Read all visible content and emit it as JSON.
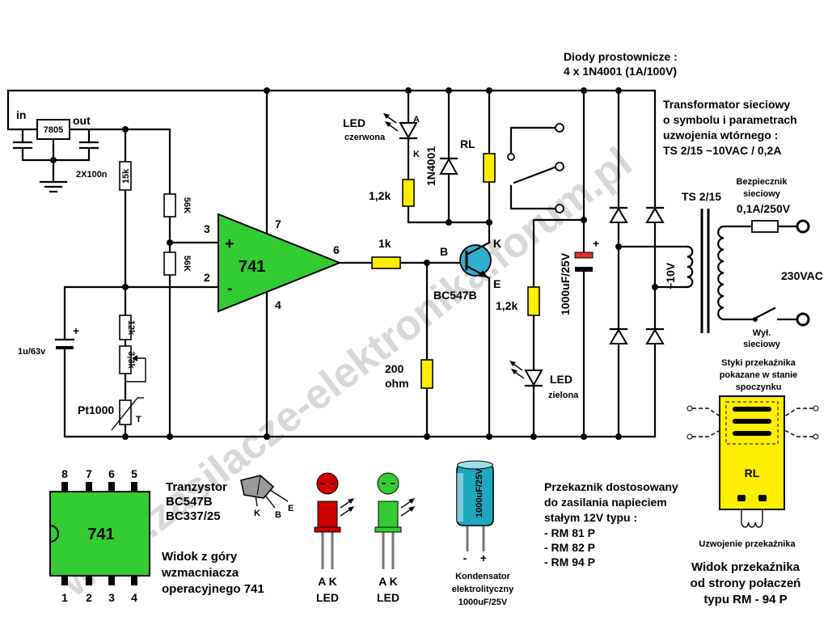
{
  "watermark": "www.zasilacze-elektronika.forum.pl",
  "regulator": {
    "in": "in",
    "out": "out",
    "ic": "7805",
    "caps": "2X100n"
  },
  "opamp": {
    "name": "741",
    "pin3": "3",
    "pin2": "2",
    "pin7": "7",
    "pin4": "4",
    "pin6": "6",
    "plus": "+",
    "minus": "-"
  },
  "resistors": {
    "r15k": "15k",
    "r56k_top": "56K",
    "r56k_bottom": "56K",
    "r12k": "12k",
    "r3_3k": "3,3k",
    "r1k": "1k",
    "r200": [
      "200",
      "ohm"
    ],
    "r1_2k_red": "1,2k",
    "r1_2k_green": "1,2k"
  },
  "sensor": {
    "label": "Pt1000",
    "t": "T"
  },
  "cap_1u": {
    "value": "1u/63v",
    "plus": "+"
  },
  "transistor": {
    "name": "BC547B",
    "b": "B",
    "k": "K",
    "e": "E"
  },
  "led_red": {
    "label": "LED",
    "color": "czerwona",
    "a": "A",
    "k": "K"
  },
  "diode_1n4001": "1N4001",
  "relay_coil": "RL",
  "cap_1000u": {
    "value": "1000uF/25V",
    "plus": "+"
  },
  "led_green": {
    "label": "LED",
    "color": "zielona"
  },
  "rectifier_note": [
    "Diody prostownicze :",
    "4 x 1N4001  (1A/100V)"
  ],
  "transformer_note": [
    "Transformator sieciowy",
    "o symbolu i parametrach",
    "uzwojenia wtórnego :",
    "TS  2/15  ~10VAC / 0,2A"
  ],
  "transformer": {
    "name": "TS 2/15",
    "secondary": "~10V",
    "primary": "230VAC"
  },
  "fuse": {
    "title": [
      "Bezpiecznik",
      "sieciowy"
    ],
    "value": "0,1A/250V"
  },
  "switch": [
    "Wył.",
    "sieciowy"
  ],
  "relay_view": {
    "contacts_note": [
      "Styki przekaźnika",
      "pokazane w stanie",
      "spoczynku"
    ],
    "label": "RL",
    "coil": "Uzwojenie przekaźnika",
    "caption": [
      "Widok przekaźnika",
      "od strony połaczeń",
      "typu  RM - 94 P"
    ]
  },
  "ic_view": {
    "top_pins": [
      "8",
      "7",
      "6",
      "5"
    ],
    "bottom_pins": [
      "1",
      "2",
      "3",
      "4"
    ],
    "label": "741",
    "caption": [
      "Widok z góry",
      "wzmacniacza",
      "operacyjnego 741"
    ]
  },
  "transistor_view": {
    "caption": [
      "Tranzystor",
      "BC547B",
      "BC337/25"
    ],
    "pins": [
      "K",
      "B",
      "E"
    ]
  },
  "led_views": [
    {
      "pins": "A K",
      "label": "LED"
    },
    {
      "pins": "A K",
      "label": "LED"
    }
  ],
  "capacitor_view": {
    "body": "1000uF/25V",
    "pins": [
      "-",
      "+"
    ],
    "caption": [
      "Kondensator",
      "elektrolityczny",
      "1000uF/25V"
    ]
  },
  "relay_types": [
    "Przekaznik dostosowany",
    "do zasilania napieciem",
    "stałym 12V typu :",
    "- RM 81 P",
    "- RM 82 P",
    "- RM 94 P"
  ],
  "colors": {
    "opamp_green": "#33cc33",
    "resistor_yellow": "#ffee00",
    "led_red": "#cc0000",
    "transistor_cyan": "#2fb0d0",
    "capacitor_teal": "#1ea7bd",
    "watermark_gray": "#c9c9c9"
  }
}
